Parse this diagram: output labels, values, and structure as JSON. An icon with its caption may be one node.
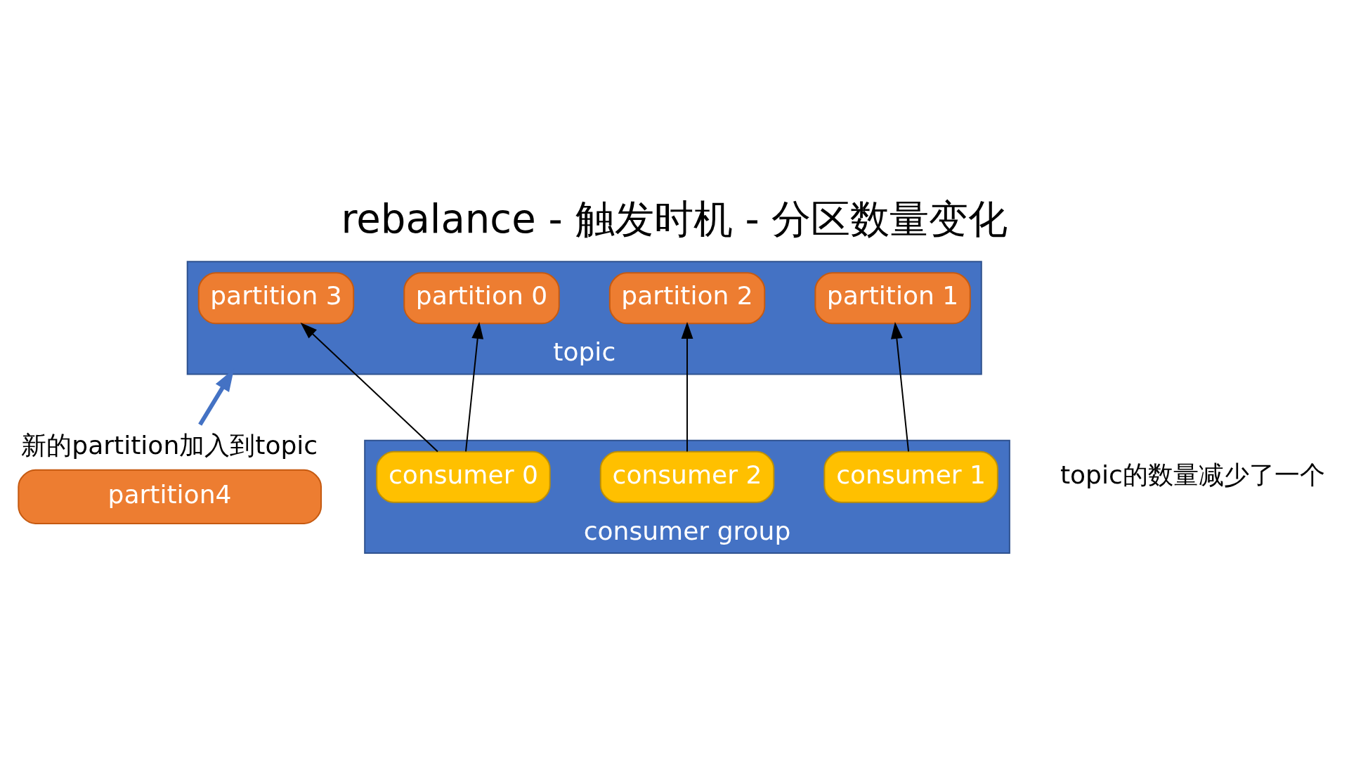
{
  "diagram": {
    "title": "rebalance - 触发时机 - 分区数量变化",
    "nodes": [
      {
        "text": [
          "topic"
        ]
      },
      {
        "text": [
          "partition 0"
        ],
        "in": 0
      },
      {
        "text": [
          "partition 1"
        ],
        "in": 0
      },
      {
        "text": [
          "partition 2"
        ],
        "in": 0
      },
      {
        "text": [
          "partition 3"
        ],
        "in": 0
      },
      {
        "text": [
          "partition4"
        ],
        "beside": [
          "新的partition加入到topic"
        ]
      },
      {
        "text": [
          "consumer group"
        ]
      },
      {
        "text": [
          "consumer 0"
        ],
        "in": 6
      },
      {
        "text": [
          "consumer 1"
        ],
        "in": 6
      },
      {
        "text": [
          "consumer 2"
        ],
        "in": 6
      }
    ],
    "edges": [
      {
        "from": 7,
        "to": 1,
        "arrow": "to"
      },
      {
        "from": 7,
        "to": 4,
        "arrow": "to"
      },
      {
        "from": 8,
        "to": 2,
        "arrow": "to"
      },
      {
        "from": 9,
        "to": 3,
        "arrow": "to"
      },
      {
        "from": 5,
        "to": 0,
        "arrow": "to",
        "style": "thick",
        "color": "#4472c4"
      }
    ],
    "labels": [
      "topic的数量减少了一个"
    ]
  }
}
